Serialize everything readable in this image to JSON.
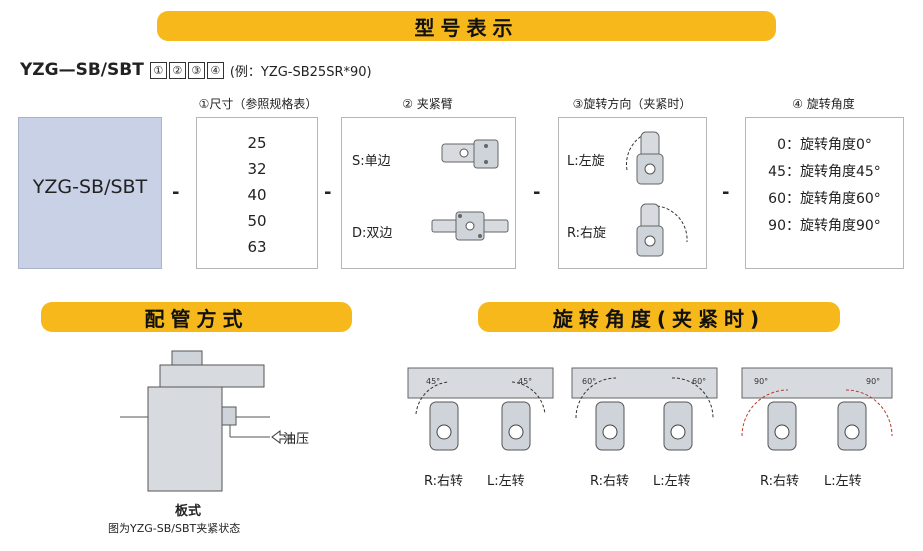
{
  "banners": {
    "model": "型号表示",
    "piping": "配管方式",
    "rotation": "旋转角度(夹紧时)"
  },
  "code": {
    "prefix": "YZG—SB/SBT",
    "boxes": [
      "①",
      "②",
      "③",
      "④"
    ],
    "example": "(例：YZG-SB25SR*90)"
  },
  "columns": {
    "size": "①尺寸（参照规格表）",
    "arm": "② 夹紧臂",
    "direction": "③旋转方向（夹紧时）",
    "angle": "④ 旋转角度"
  },
  "model_box": "YZG-SB/SBT",
  "dash": "-",
  "sizes": [
    "25",
    "32",
    "40",
    "50",
    "63"
  ],
  "arm": {
    "single": "S:单边",
    "double": "D:双边"
  },
  "direction": {
    "left": "L:左旋",
    "right": "R:右旋"
  },
  "angles": [
    "0：旋转角度0°",
    "45：旋转角度45°",
    "60：旋转角度60°",
    "90：旋转角度90°"
  ],
  "piping": {
    "oil_label": "油压",
    "type": "板式",
    "note": "图为YZG-SB/SBT夹紧状态"
  },
  "rotation_figs": [
    {
      "angle": "45°",
      "right": "R:右转",
      "left": "L:左转"
    },
    {
      "angle": "60°",
      "right": "R:右转",
      "left": "L:左转"
    },
    {
      "angle": "90°",
      "right": "R:右转",
      "left": "L:左转"
    }
  ],
  "colors": {
    "accent": "#f7b81c",
    "model_box_bg": "#c9d1e6",
    "part_fill": "#d7dbe0"
  }
}
